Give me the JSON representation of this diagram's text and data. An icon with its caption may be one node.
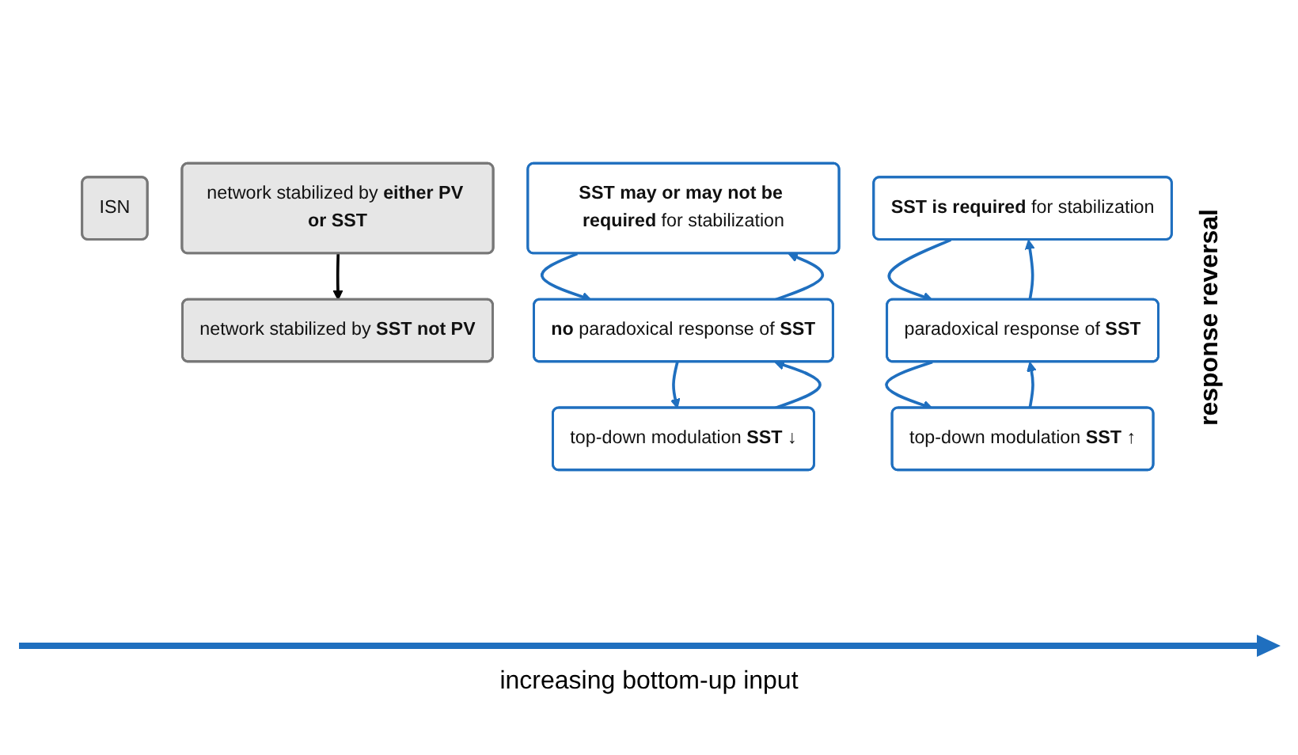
{
  "diagram": {
    "nodes": [
      {
        "text": [
          "ISN"
        ]
      },
      {
        "text": [
          "network stabilized by **either PV or SST**"
        ]
      },
      {
        "text": [
          "network stabilized by **SST not PV**"
        ]
      },
      {
        "text": [
          "**SST may or may not be required** for stabilization"
        ]
      },
      {
        "text": [
          "**no** paradoxical response of **SST**"
        ]
      },
      {
        "text": [
          "top-down modulation **SST** ↓"
        ]
      },
      {
        "text": [
          "**SST is required** for stabilization"
        ]
      },
      {
        "text": [
          "paradoxical response of **SST**"
        ]
      },
      {
        "text": [
          "top-down modulation **SST** ↑"
        ]
      }
    ],
    "edges": [
      {
        "from": 1,
        "to": 2,
        "arrow": "to",
        "color": "#000000"
      },
      {
        "from": 3,
        "to": 4,
        "arrow": "to"
      },
      {
        "from": 4,
        "to": 3,
        "arrow": "to"
      },
      {
        "from": 4,
        "to": 5,
        "arrow": "to"
      },
      {
        "from": 5,
        "to": 4,
        "arrow": "to"
      },
      {
        "from": 6,
        "to": 7,
        "arrow": "to"
      },
      {
        "from": 7,
        "to": 6,
        "arrow": "to"
      },
      {
        "from": 7,
        "to": 8,
        "arrow": "to"
      },
      {
        "from": 8,
        "to": 7,
        "arrow": "to"
      }
    ],
    "labels": [
      "response reversal",
      "increasing bottom-up input"
    ]
  }
}
